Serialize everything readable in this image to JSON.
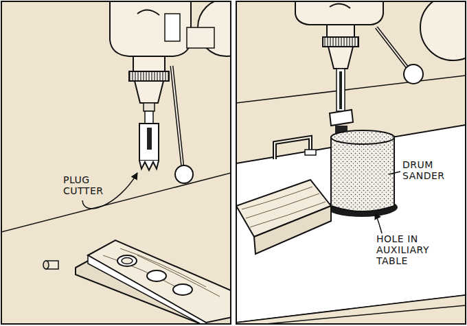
{
  "diagram": {
    "labels": [
      "PLUG CUTTER",
      "DRUM SANDER",
      "HOLE IN AUXILIARY TABLE"
    ]
  }
}
